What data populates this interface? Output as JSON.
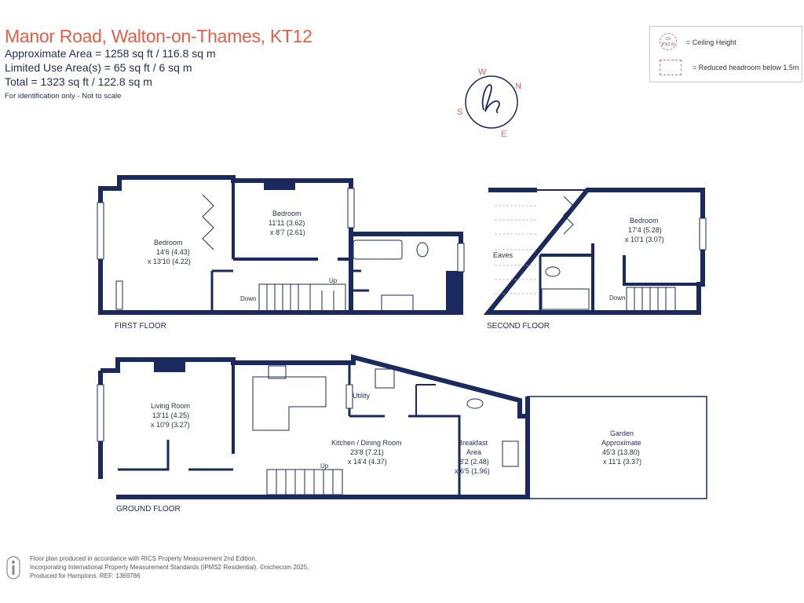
{
  "header": {
    "title": "Manor Road, Walton-on-Thames, KT12",
    "approx_area": "Approximate Area = 1258 sq ft / 116.8 sq m",
    "limited_area": "Limited Use Area(s) = 65 sq ft / 6 sq m",
    "total": "Total = 1323 sq ft / 122.8 sq m",
    "note": "For identification only - Not to scale"
  },
  "legend": {
    "ceiling_symbol": "Ch\n8'5(2.6)",
    "ceiling_label": "= Ceiling Height",
    "reduced_label": "= Reduced headroom below 1.5m"
  },
  "compass": {
    "w": "W",
    "n": "N",
    "s": "S",
    "e": "E"
  },
  "floors": {
    "first": "FIRST FLOOR",
    "second": "SECOND FLOOR",
    "ground": "GROUND FLOOR"
  },
  "rooms": {
    "ff_bed1": {
      "name": "Bedroom",
      "dim1": "14'6 (4.43)",
      "dim2": "x 13'10 (4.22)"
    },
    "ff_bed2": {
      "name": "Bedroom",
      "dim1": "11'11 (3.62)",
      "dim2": "x 8'7 (2.61)"
    },
    "sf_bed": {
      "name": "Bedroom",
      "dim1": "17'4 (5.28)",
      "dim2": "x 10'1 (3.07)"
    },
    "eaves": "Eaves",
    "living": {
      "name": "Living Room",
      "dim1": "13'11 (4.25)",
      "dim2": "x 10'9 (3.27)"
    },
    "kitchen": {
      "name": "Kitchen / Dining Room",
      "dim1": "23'8 (7.21)",
      "dim2": "x 14'4 (4.37)"
    },
    "breakfast": {
      "name1": "Breakfast",
      "name2": "Area",
      "dim1": "8'2 (2.48)",
      "dim2": "x 6'5 (1.96)"
    },
    "utility": "Utility",
    "garden": {
      "name1": "Garden",
      "name2": "Approximate",
      "dim1": "45'3 (13.80)",
      "dim2": "x 11'1 (3.37)"
    }
  },
  "stairs": {
    "ff_down": "Down",
    "ff_up": "Up",
    "sf_down": "Down",
    "gf_up": "Up"
  },
  "footer": {
    "line1": "Floor plan produced in accordance with RICS Property Measurement 2nd Edition,",
    "line2": "Incorporating International Property Measurement Standards (IPMS2 Residential).   ©nichecom 2025.",
    "line3": "Produced for Hamptons.   REF: 1369786"
  },
  "colors": {
    "wall": "#1a2a5e",
    "accent": "#e0614a"
  }
}
